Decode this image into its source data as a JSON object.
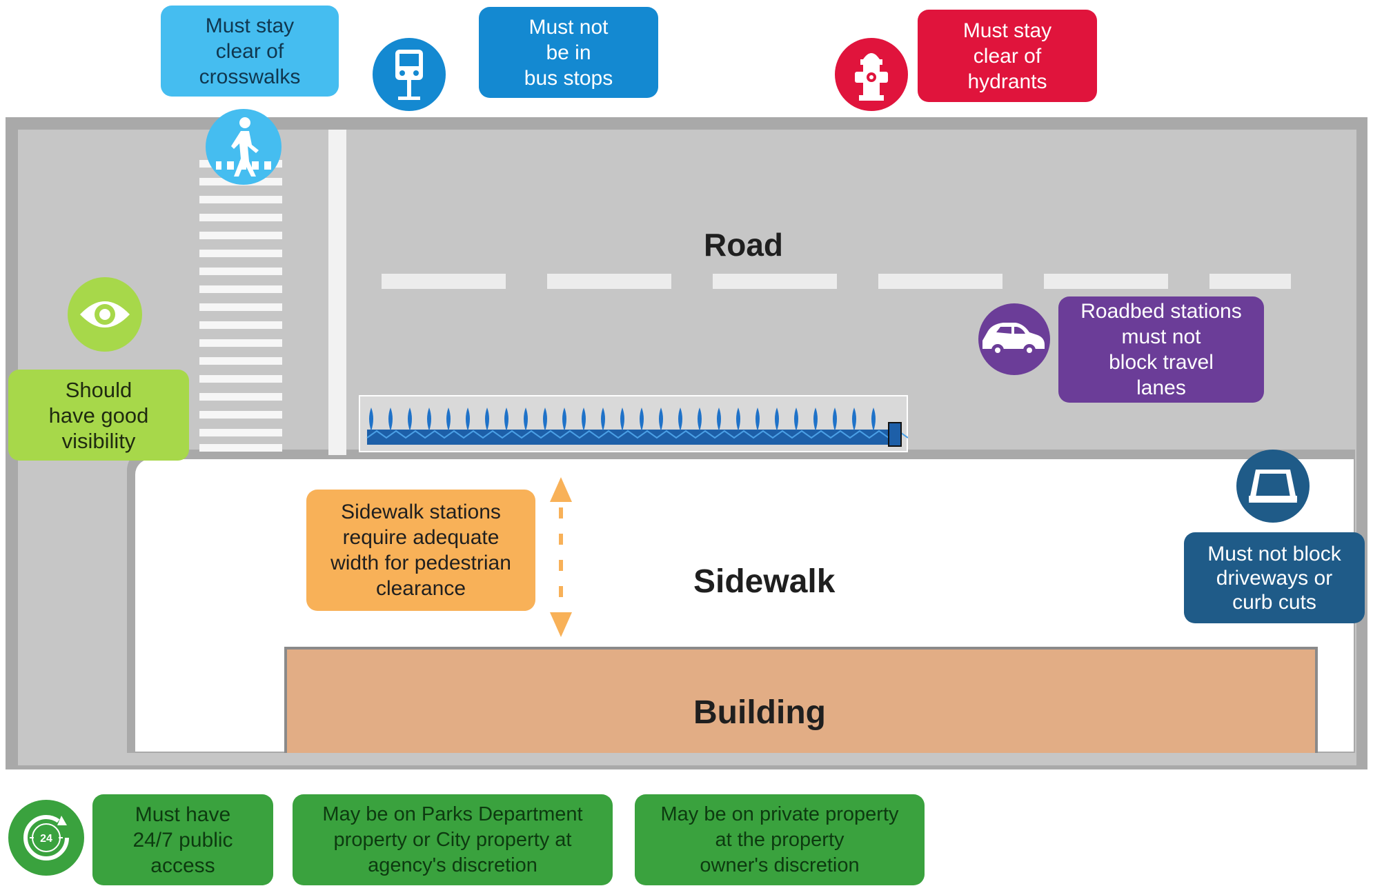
{
  "zones": {
    "road": "Road",
    "sidewalk": "Sidewalk",
    "building": "Building"
  },
  "callouts": {
    "crosswalks": "Must stay\nclear of\ncrosswalks",
    "bus_stops": "Must not\nbe in\nbus stops",
    "hydrants": "Must stay\nclear of\nhydrants",
    "visibility": "Should\nhave good\nvisibility",
    "roadbed": "Roadbed stations\nmust not\nblock travel\nlanes",
    "sidewalk_width": "Sidewalk stations\nrequire adequate\nwidth for pedestrian\nclearance",
    "driveways": "Must not block\ndriveways or\ncurb cuts",
    "public_access": "Must have\n24/7 public\naccess",
    "parks": "May be on Parks Department\nproperty or City property at\nagency's discretion",
    "private": "May be on private property\nat the property\nowner's discretion"
  },
  "clock_icon_text": "24",
  "icons": [
    "pedestrian-icon",
    "bus-stop-icon",
    "hydrant-icon",
    "eye-icon",
    "car-icon",
    "driveway-icon",
    "clock-24-icon",
    "bike-station-icon",
    "clearance-arrow-icon"
  ],
  "colors": {
    "light_blue": "#45bdf0",
    "mid_blue": "#1489d1",
    "red": "#e0143c",
    "lime": "#a7d84a",
    "purple": "#6b3d98",
    "orange": "#f8b158",
    "navy": "#1f5b88",
    "green": "#3aa23e",
    "road": "#c6c6c6",
    "building": "#e2ad85"
  }
}
